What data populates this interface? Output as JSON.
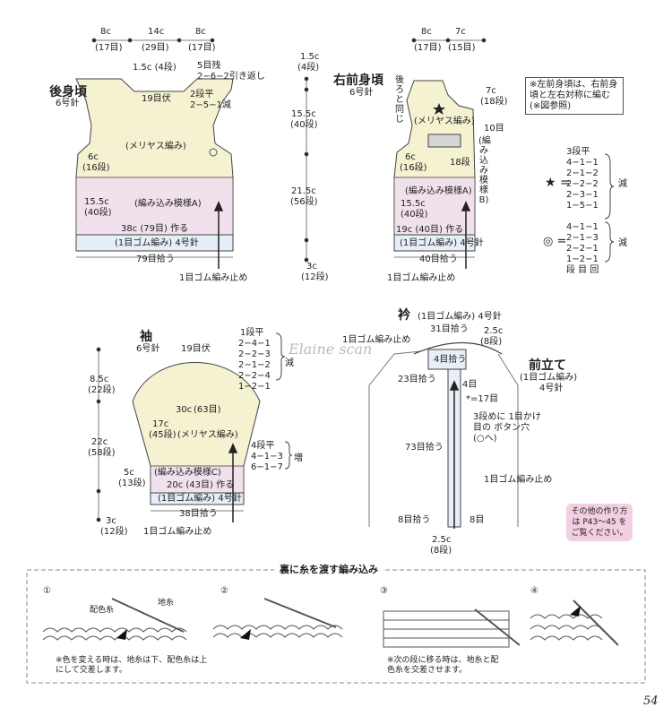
{
  "back": {
    "title": "後身頃",
    "needle": "6号針",
    "top_l_cm": "8c",
    "top_l_st": "(17目)",
    "top_c_cm": "14c",
    "top_c_st": "(29目)",
    "top_r_cm": "8c",
    "top_r_st": "(17目)",
    "shoulder": "1.5c (4段)",
    "remain": "5目残",
    "turn": "2−6−2引き返し",
    "bind": "19目伏",
    "flat": "2段平",
    "dec": "2−5−1減",
    "plain": "(メリヤス編み)",
    "arm_cm": "6c",
    "arm_rows": "(16段)",
    "body_cm": "15.5c",
    "body_rows": "(40段)",
    "intarsia": "(編み込み模様A)",
    "cast": "38c (79目) 作る",
    "rib": "(1目ゴム編み) 4号針",
    "pick": "79目拾う"
  },
  "mid": {
    "a_cm": "1.5c",
    "a_rows": "(4段)",
    "b_cm": "15.5c",
    "b_rows": "(40段)",
    "c_cm": "21.5c",
    "c_rows": "(56段)",
    "d_cm": "3c",
    "d_rows": "(12段)"
  },
  "front": {
    "title": "右前身頃",
    "needle": "6号針",
    "top_l_cm": "8c",
    "top_l_st": "(17目)",
    "top_r_cm": "7c",
    "top_r_st": "(15目)",
    "back_side": "後ろと同じ",
    "neck_cm": "7c",
    "neck_rows": "(18段)",
    "plain": "(メリヤス編み)",
    "ten": "10目",
    "pattern_b": "(編み込み模様B)",
    "arm_cm": "6c",
    "arm_rows": "(16段)",
    "rows18": "18段",
    "intarsia": "(編み込み模様A)",
    "body_cm": "15.5c",
    "body_rows": "(40段)",
    "cast": "19c (40目) 作る",
    "rib": "(1目ゴム編み) 4号針",
    "pick": "40目拾う"
  },
  "note_left": "※左前身頃は、右前身頃と左右対称に編む (※図参照)",
  "star_table": {
    "flat": "3段平",
    "rows": [
      "4−1−1",
      "2−1−2",
      "2−2−2",
      "2−3−1",
      "1−5−1"
    ],
    "label": "減"
  },
  "circle_table": {
    "rows": [
      "4−1−1",
      "2−1−3",
      "2−2−1",
      "1−2−1"
    ],
    "footer": "段 目 回",
    "label": "減"
  },
  "bottom_rib_stop": "1目ゴム編み止め",
  "sleeve": {
    "title": "袖",
    "needle": "6号針",
    "bind": "19目伏",
    "cap": [
      "1段平",
      "2−4−1",
      "2−2−3",
      "2−1−2",
      "2−2−4",
      "1−2−1"
    ],
    "cap_label": "減",
    "w_cm": "30c",
    "w_st": "(63目)",
    "h_cm": "17c",
    "h_rows": "(45段)",
    "plain": "(メリヤス編み)",
    "side": [
      "4段平",
      "4−1−3",
      "6−1−7"
    ],
    "side_label": "増",
    "pattern": "(編み込み模様C)",
    "cast": "20c (43目) 作る",
    "rib": "(1目ゴム編み) 4号針",
    "pick": "38目拾う",
    "stop": "1目ゴム編み止め",
    "left_cm1": "8.5c",
    "left_r1": "(22段)",
    "left_cm2": "22c",
    "left_r2": "(58段)",
    "left_cm3": "5c",
    "left_r3": "(13段)",
    "left_cm4": "3c",
    "left_r4": "(12段)"
  },
  "collar": {
    "title": "衿",
    "subtitle": "(1目ゴム編み) 4号針",
    "stop": "1目ゴム編み止め",
    "pick31": "31目拾う",
    "w_cm": "2.5c",
    "w_rows": "(8段)",
    "rows4": "4目拾う",
    "pick23": "23目拾う",
    "rows4b": "4目",
    "star": "*=17目",
    "btn": "3段めに 1目かけ目の ボタン穴 (○ヘ)",
    "pick73": "73目拾う",
    "stop2": "1目ゴム編み止め",
    "pick8l": "8目拾う",
    "st8": "8目",
    "bot_cm": "2.5c",
    "bot_rows": "(8段)",
    "band_title": "前立て",
    "band_sub": "(1目ゴム編み)",
    "band_needle": "4号針"
  },
  "other": "その他の作り方は P43〜45 をご覧ください。",
  "technique": {
    "title": "裏に糸を渡す編み込み",
    "steps": [
      "①",
      "②",
      "③",
      "④"
    ],
    "ground": "地糸",
    "color": "配色糸",
    "note1": "※色を変える時は、地糸は下、配色糸は上にして交差します。",
    "note2": "※次の段に移る時は、地糸と配色糸を交差させます。"
  },
  "page": "54",
  "watermark": "Elaine scan"
}
